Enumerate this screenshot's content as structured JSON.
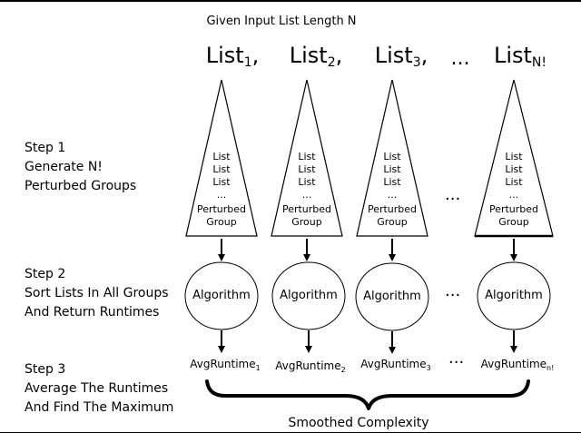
{
  "title": "Given Input List Length N",
  "lists": [
    {
      "base": "List",
      "sub": "1",
      "suffix": ","
    },
    {
      "base": "List",
      "sub": "2",
      "suffix": ","
    },
    {
      "base": "List",
      "sub": "3",
      "suffix": ","
    },
    {
      "base": "List",
      "sub": "N!",
      "suffix": ""
    }
  ],
  "ellipsis": "...",
  "steps": [
    {
      "lines": [
        "Step 1",
        "Generate N!",
        "Perturbed Groups"
      ]
    },
    {
      "lines": [
        "Step 2",
        "Sort Lists In All Groups",
        "And Return Runtimes"
      ]
    },
    {
      "lines": [
        "Step 3",
        "Average The Runtimes",
        "And Find The Maximum"
      ]
    }
  ],
  "group": {
    "items": [
      "List",
      "List",
      "List",
      "..."
    ],
    "label_line1": "Perturbed",
    "label_line2": "Group"
  },
  "algorithm_label": "Algorithm",
  "runtimes": [
    {
      "base": "AvgRuntime",
      "sub": "1"
    },
    {
      "base": "AvgRuntime",
      "sub": "2"
    },
    {
      "base": "AvgRuntime",
      "sub": "3"
    },
    {
      "base": "AvgRuntime",
      "sub": "n!"
    }
  ],
  "result_label": "Smoothed Complexity"
}
